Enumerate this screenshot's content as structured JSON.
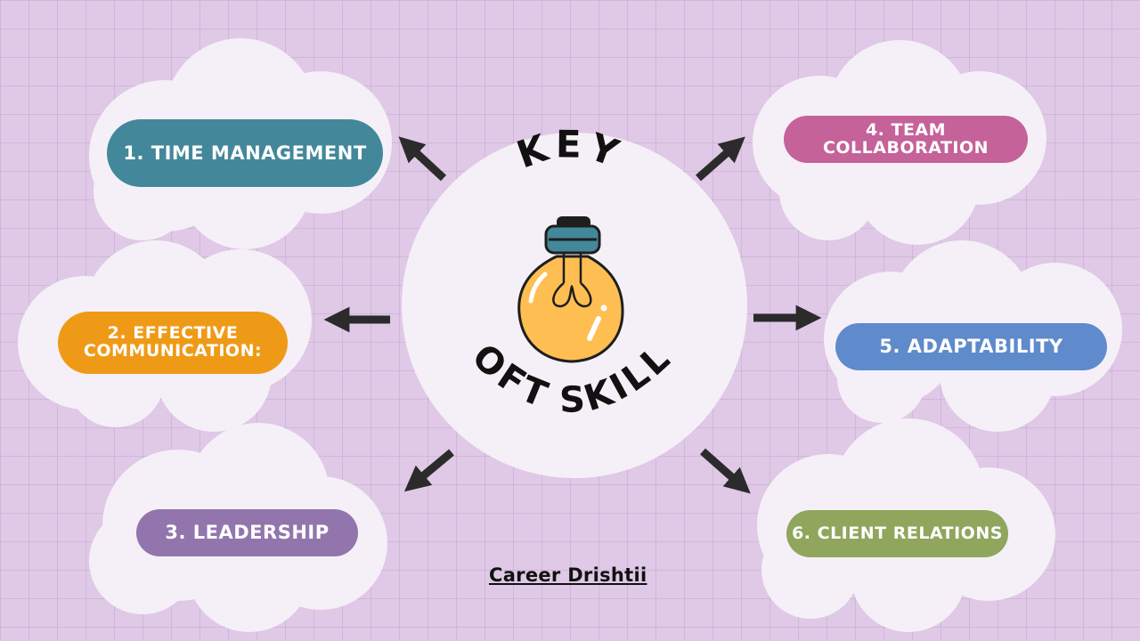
{
  "title": {
    "top": "KEY",
    "bottom": "SOFT SKILLS"
  },
  "skills": [
    {
      "label": "1. TIME MANAGEMENT",
      "color": "#43889a"
    },
    {
      "label": "2. EFFECTIVE COMMUNICATION:",
      "color": "#ef9a17"
    },
    {
      "label": "3. LEADERSHIP",
      "color": "#9375ad"
    },
    {
      "label": "4. TEAM COLLABORATION",
      "color": "#c46299"
    },
    {
      "label": "5. ADAPTABILITY",
      "color": "#5f8acb"
    },
    {
      "label": "6. CLIENT RELATIONS",
      "color": "#8fa65c"
    }
  ],
  "icons": {
    "center": "lightbulb-icon",
    "connector": "arrow-icon"
  },
  "footer": "Career Drishtii"
}
